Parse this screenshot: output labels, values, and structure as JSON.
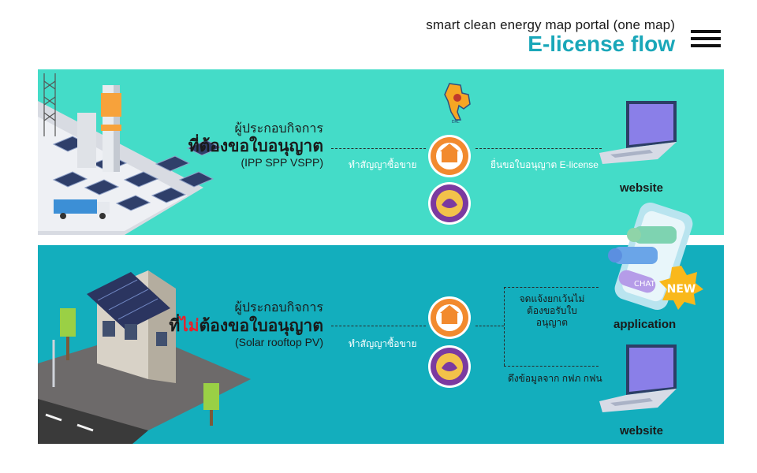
{
  "header": {
    "subtitle": "smart clean energy map portal (one map)",
    "title": "E-license flow"
  },
  "panel_licensed": {
    "line1": "ผู้ประกอบกิจการ",
    "line2_prefix": "",
    "line2_highlight": "",
    "line2_main": "ที่ต้องขอใบอนุญาต",
    "line3": "(IPP SPP VSPP)",
    "contract_label": "ทำสัญญาซื้อขาย",
    "license_label": "ยื่นขอใบอนุญาต E-license",
    "device_label": "website"
  },
  "panel_exempt": {
    "line1": "ผู้ประกอบกิจการ",
    "line2_prefix": "ที่",
    "line2_highlight": "ไม่",
    "line2_main": "ต้องขอใบอนุญาต",
    "line3": "(Solar rooftop PV)",
    "contract_label": "ทำสัญญาซื้อขาย",
    "notify_line1": "จดแจ้งยกเว้นไม่",
    "notify_line2": "ต้องขอรับใบอนุญาต",
    "pull_label": "ดึงข้อมูลจาก กฟภ กฟน",
    "app_label": "application",
    "website_label": "website",
    "chat_text": "CHAT",
    "new_badge": "NEW"
  },
  "colors": {
    "panel_top": "#44dcc8",
    "panel_bottom": "#13aebd",
    "accent": "#1aa7b9",
    "highlight_red": "#e8212b"
  }
}
